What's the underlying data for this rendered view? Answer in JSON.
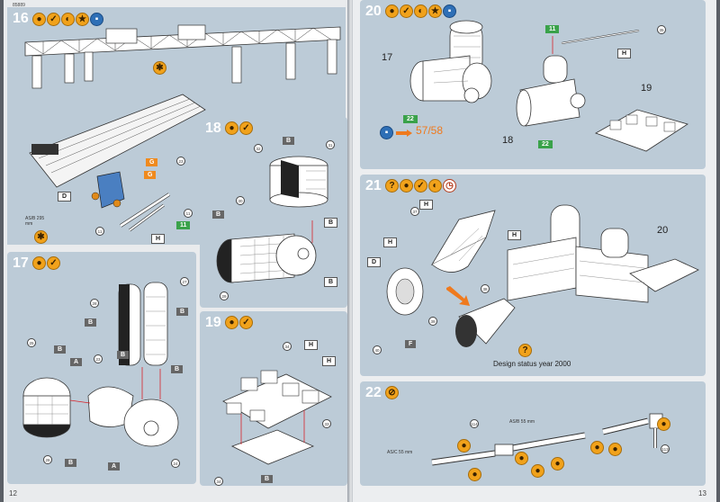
{
  "left_page": {
    "header_code": "85889",
    "page_number": "12",
    "steps": [
      {
        "number": "16",
        "labels": [
          {
            "key": "g",
            "text": "G"
          },
          {
            "key": "g2",
            "text": "G"
          },
          {
            "key": "d1",
            "text": "D"
          },
          {
            "key": "ref1",
            "text": "23"
          },
          {
            "key": "ref2",
            "text": "11"
          },
          {
            "key": "ref3",
            "text": "11"
          },
          {
            "key": "h",
            "text": "H"
          },
          {
            "key": "dim",
            "text": "AS/B 295 mm"
          },
          {
            "key": "green",
            "text": "11"
          }
        ]
      },
      {
        "number": "17",
        "labels": [
          {
            "key": "r28",
            "text": "28"
          },
          {
            "key": "r27",
            "text": "27"
          },
          {
            "key": "b1",
            "text": "B"
          },
          {
            "key": "b2",
            "text": "B"
          },
          {
            "key": "r25",
            "text": "25"
          },
          {
            "key": "b3",
            "text": "B"
          },
          {
            "key": "a1",
            "text": "A"
          },
          {
            "key": "r23",
            "text": "23"
          },
          {
            "key": "b4",
            "text": "B"
          },
          {
            "key": "b5",
            "text": "B"
          },
          {
            "key": "r26",
            "text": "26"
          },
          {
            "key": "b6",
            "text": "B"
          },
          {
            "key": "a2",
            "text": "A"
          },
          {
            "key": "r24",
            "text": "24"
          }
        ]
      },
      {
        "number": "18",
        "labels": [
          {
            "key": "r32",
            "text": "32"
          },
          {
            "key": "b1",
            "text": "B"
          },
          {
            "key": "r31",
            "text": "31"
          },
          {
            "key": "r30",
            "text": "30"
          },
          {
            "key": "b2",
            "text": "B"
          },
          {
            "key": "b3",
            "text": "B"
          },
          {
            "key": "r29",
            "text": "29"
          },
          {
            "key": "b4",
            "text": "B"
          }
        ]
      },
      {
        "number": "19",
        "labels": [
          {
            "key": "r34",
            "text": "34"
          },
          {
            "key": "h1",
            "text": "H"
          },
          {
            "key": "h2",
            "text": "H"
          },
          {
            "key": "r33",
            "text": "33"
          },
          {
            "key": "r34b",
            "text": "34"
          },
          {
            "key": "b1",
            "text": "B"
          }
        ]
      }
    ]
  },
  "right_page": {
    "page_number": "13",
    "steps": [
      {
        "number": "20",
        "labels": [
          {
            "key": "part17",
            "text": "17"
          },
          {
            "key": "part18",
            "text": "18"
          },
          {
            "key": "part19",
            "text": "19"
          },
          {
            "key": "green1",
            "text": "11"
          },
          {
            "key": "green2",
            "text": "22"
          },
          {
            "key": "green3",
            "text": "22"
          },
          {
            "key": "r35",
            "text": "35"
          },
          {
            "key": "h",
            "text": "H"
          },
          {
            "key": "pageref",
            "text": "57/58"
          }
        ]
      },
      {
        "number": "21",
        "labels": [
          {
            "key": "r37",
            "text": "37"
          },
          {
            "key": "h1",
            "text": "H"
          },
          {
            "key": "h2",
            "text": "H"
          },
          {
            "key": "h3",
            "text": "H"
          },
          {
            "key": "d",
            "text": "D"
          },
          {
            "key": "r38",
            "text": "38"
          },
          {
            "key": "r39",
            "text": "39"
          },
          {
            "key": "r40",
            "text": "40"
          },
          {
            "key": "f",
            "text": "F"
          },
          {
            "key": "part20",
            "text": "20"
          },
          {
            "key": "caption",
            "text": "Design status year 2000"
          }
        ]
      },
      {
        "number": "22",
        "labels": [
          {
            "key": "r114",
            "text": "114"
          },
          {
            "key": "dim1",
            "text": "AS/B 55 mm"
          },
          {
            "key": "dim2",
            "text": "AS/C 55 mm"
          },
          {
            "key": "r113",
            "text": "113"
          }
        ]
      }
    ]
  },
  "colors": {
    "panel": "#bccbd7",
    "accent_orange": "#f1a21b",
    "green_tag": "#3aa24a",
    "arrow_red": "#d8232a"
  }
}
